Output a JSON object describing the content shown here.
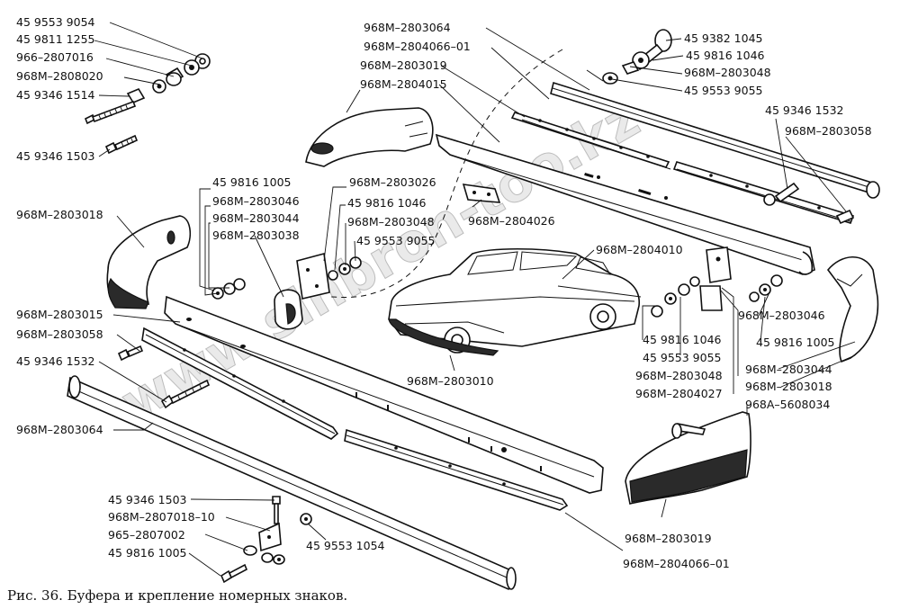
{
  "watermark": "www.sinbron-too.kz",
  "caption": "Рис. 36. Буфера и крепление номерных знаков.",
  "labels": {
    "l01": "45 9553 9054",
    "l02": "45 9811 1255",
    "l03": "966–2807016",
    "l04": "968M–2808020",
    "l05": "45 9346 1514",
    "l06": "45 9346 1503",
    "l07": "968M–2803064",
    "l08": "968M–2804066–01",
    "l09": "968M–2803019",
    "l10": "968M–2804015",
    "l11": "45 9382 1045",
    "l12": "45 9816 1046",
    "l13": "968M–2803048",
    "l14": "45 9553 9055",
    "l15": "45 9346 1532",
    "l16": "968M–2803058",
    "l17": "45 9816 1005",
    "l18": "968M–2803046",
    "l19": "968M–2803044",
    "l20": "968M–2803038",
    "l21": "968M–2803026",
    "l22": "45 9816 1046",
    "l23": "968M–2803048",
    "l24": "45 9553 9055",
    "l25": "968M–2804026",
    "l26": "968M–2803018",
    "l27": "968M–2804010",
    "l28": "968M–2803046",
    "l29": "45 9816 1005",
    "l30": "968M–2803044",
    "l31": "968M–2803018",
    "l32": "968A–5608034",
    "l33": "45 9816 1046",
    "l34": "45 9553 9055",
    "l35": "968M–2803048",
    "l36": "968M–2804027",
    "l37": "968M–2803015",
    "l38": "968M–2803058",
    "l39": "45 9346 1532",
    "l40": "968M–2803064",
    "l41": "968M–2803010",
    "l42": "968M–2803019",
    "l43": "45 9346 1503",
    "l44": "968M–2807018–10",
    "l45": "965–2807002",
    "l46": "45 9816 1005",
    "l47": "45 9553 1054",
    "l48": "968M–2804066–01"
  }
}
